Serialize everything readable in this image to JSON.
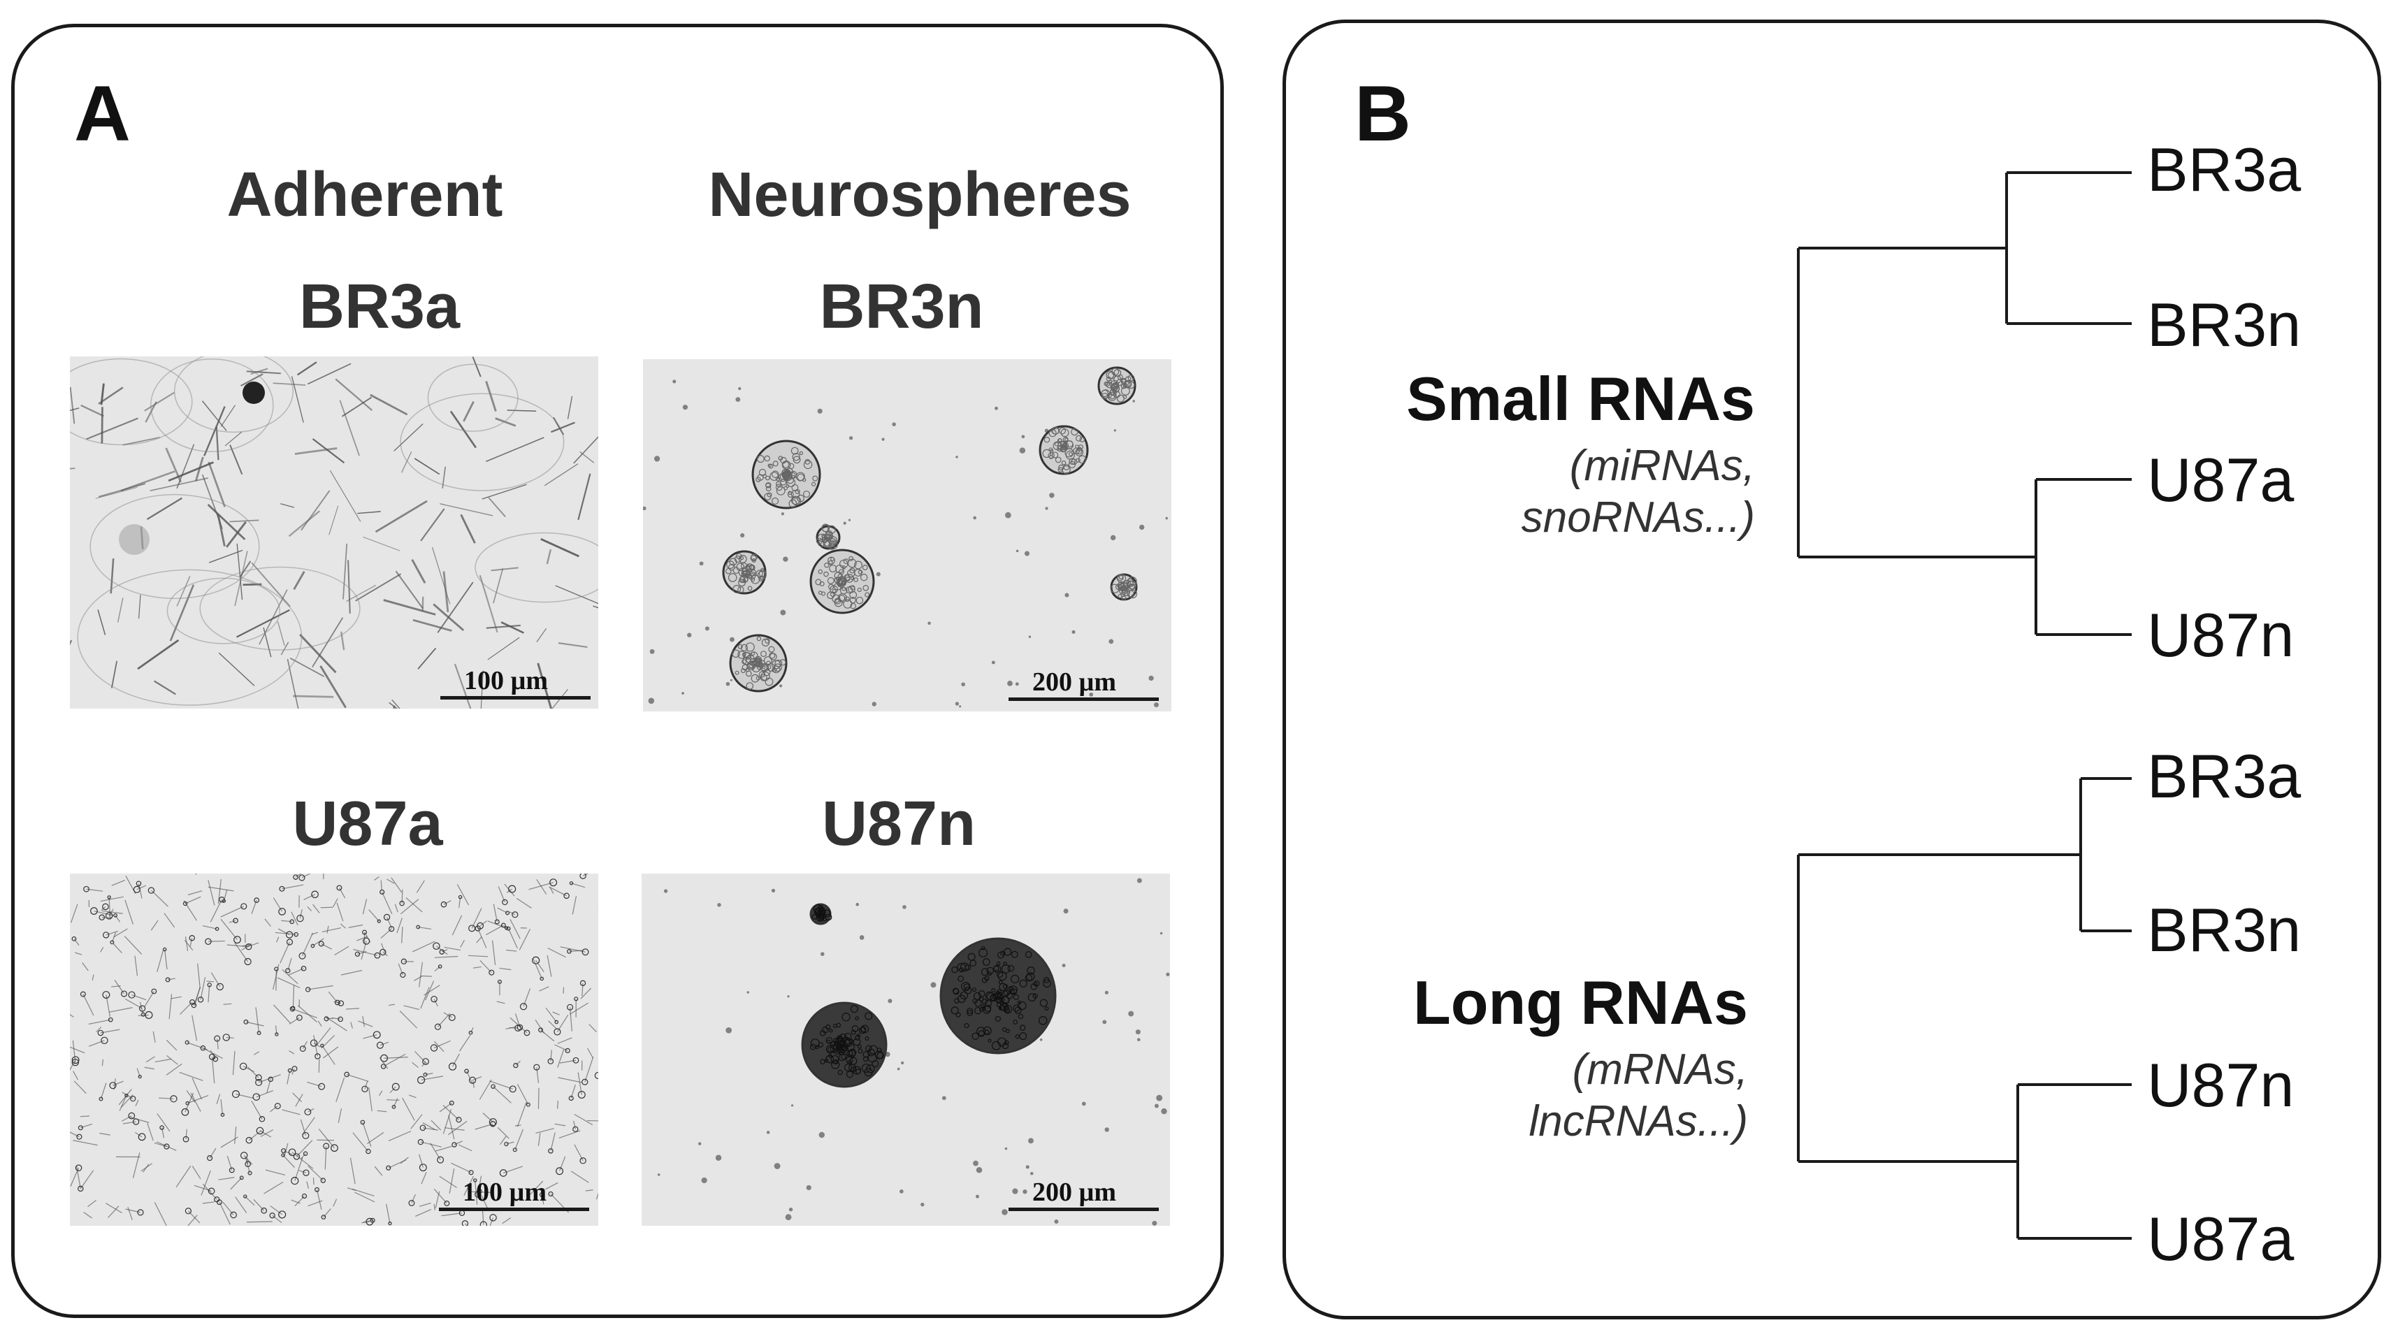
{
  "panel_a": {
    "letter": "A",
    "columns": [
      "Adherent",
      "Neurospheres"
    ],
    "cells": [
      {
        "label": "BR3a",
        "scale": "100 µm",
        "texture": "sparse-adherent"
      },
      {
        "label": "BR3n",
        "scale": "200 µm",
        "texture": "spheres-light"
      },
      {
        "label": "U87a",
        "scale": "100 µm",
        "texture": "dense-adherent"
      },
      {
        "label": "U87n",
        "scale": "200 µm",
        "texture": "spheres-dark"
      }
    ]
  },
  "panel_b": {
    "letter": "B",
    "groups": [
      {
        "title": "Small RNAs",
        "subtitle": [
          "(miRNAs,",
          "snoRNAs...)"
        ],
        "leaves": [
          "BR3a",
          "BR3n",
          "U87a",
          "U87n"
        ]
      },
      {
        "title": "Long RNAs",
        "subtitle": [
          "(mRNAs,",
          "lncRNAs...)"
        ],
        "leaves": [
          "BR3a",
          "BR3n",
          "U87n",
          "U87a"
        ]
      }
    ]
  },
  "colors": {
    "line": "#1a1a1a",
    "micro_bg": "#e6e6e6",
    "text": "#111111"
  }
}
